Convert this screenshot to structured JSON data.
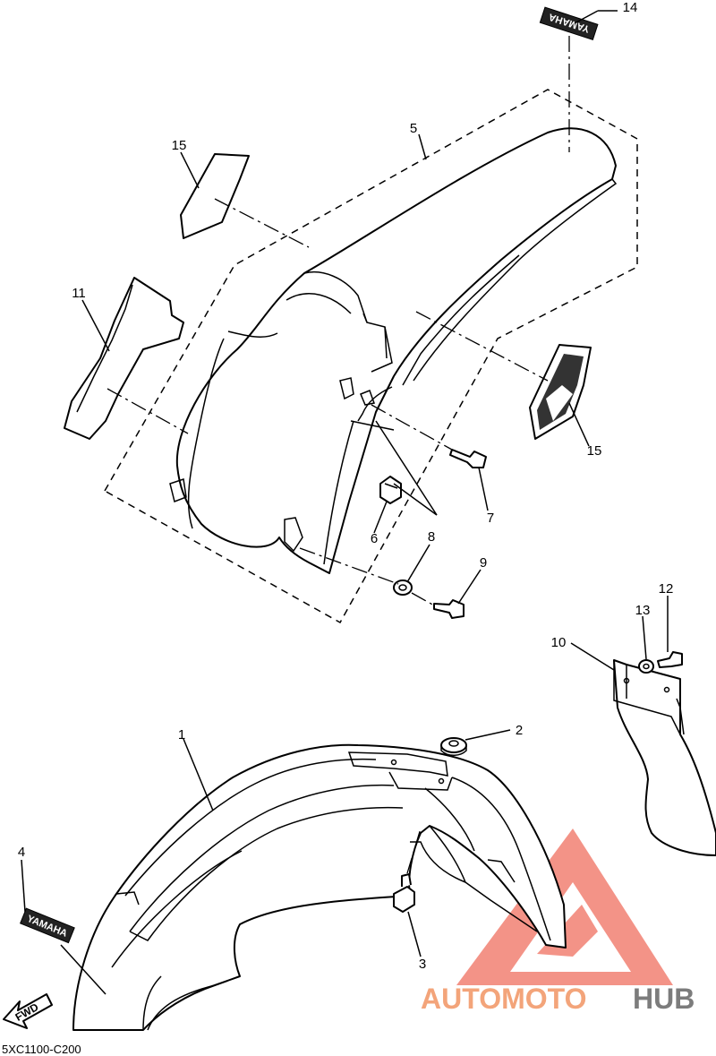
{
  "diagram_code": "5XC1100-C200",
  "callouts": [
    "1",
    "2",
    "3",
    "4",
    "5",
    "6",
    "7",
    "8",
    "9",
    "10",
    "11",
    "12",
    "13",
    "14",
    "15",
    "15"
  ],
  "decals": {
    "yamaha": "YAMAHA",
    "fwd": "FWD"
  },
  "watermark": {
    "part1": "AUTOMOTO",
    "part2": "HUB"
  },
  "colors": {
    "line": "#000000",
    "watermark_red": "#f07060",
    "watermark_orange": "#f3a47a",
    "watermark_gray": "#7c7c7c"
  }
}
